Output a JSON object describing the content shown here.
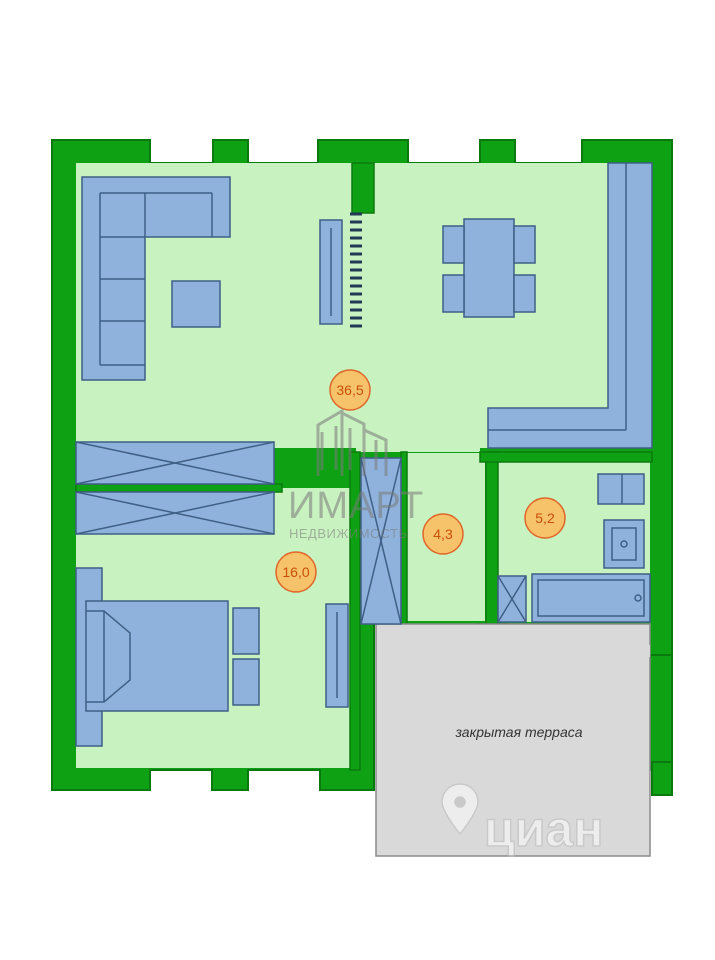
{
  "colors": {
    "wall": "#0fa114",
    "wall_stroke": "#0a7a0f",
    "floor": "#c8f2c0",
    "furniture": "#8fb2dc",
    "furniture_stroke": "#3f5f86",
    "area_badge": "#f6c26a",
    "area_badge_stroke": "#e0662a",
    "terrace": "#d9d9d9",
    "terrace_stroke": "#8a8a8a",
    "watermark": "#7a7a7a"
  },
  "rooms": {
    "living": {
      "area": "36,5"
    },
    "bedroom": {
      "area": "16,0"
    },
    "corridor": {
      "area": "4,3"
    },
    "bathroom": {
      "area": "5,2"
    },
    "terrace": {
      "label": "закрытая терраса"
    }
  },
  "watermark": {
    "brand": "ИМАРТ",
    "subtitle": "НЕДВИЖИМОСТЬ",
    "source": "циан"
  },
  "icons": {
    "watermark_logo": "building-logo-icon",
    "location": "location-pin-icon"
  }
}
